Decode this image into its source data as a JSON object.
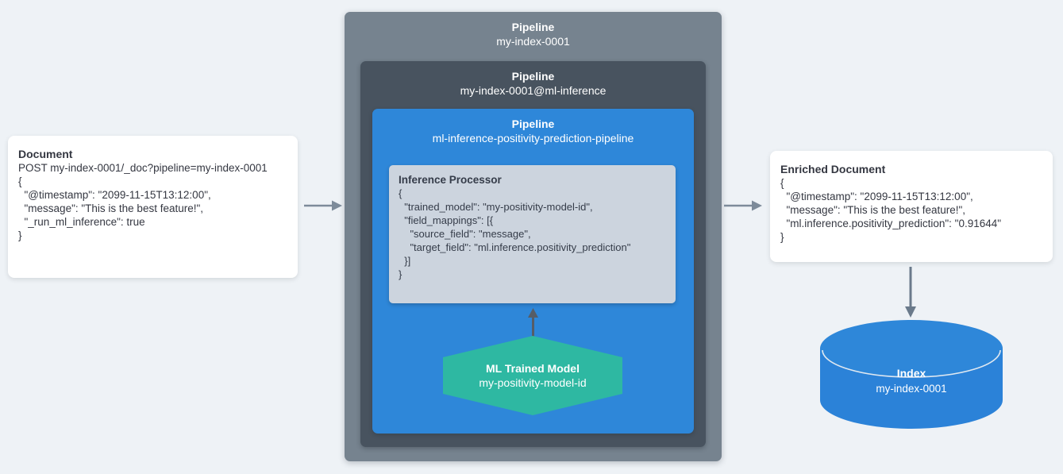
{
  "colors": {
    "background": "#eef2f6",
    "outer_pipeline_box": "#76838f",
    "middle_pipeline_box": "#48535f",
    "inner_pipeline_box": "#2e87d9",
    "processor_box": "#ccd4de",
    "hexagon": "#2eb8a2",
    "cylinder": "#2b82d8",
    "card_background": "#ffffff",
    "dark_text": "#343741",
    "light_text": "#ffffff",
    "side_arrow": "#7d8b9a",
    "up_arrow": "#565d66",
    "down_arrow": "#6a7a8b"
  },
  "document_card": {
    "title": "Document",
    "lines": [
      "POST my-index-0001/_doc?pipeline=my-index-0001",
      "{",
      "  \"@timestamp\": \"2099-11-15T13:12:00\",",
      "  \"message\": \"This is the best feature!\",",
      "  \"_run_ml_inference\": true",
      "}"
    ]
  },
  "pipeline_outer": {
    "label": "Pipeline",
    "name": "my-index-0001"
  },
  "pipeline_middle": {
    "label": "Pipeline",
    "name": "my-index-0001@ml-inference"
  },
  "pipeline_inner": {
    "label": "Pipeline",
    "name": "ml-inference-positivity-prediction-pipeline"
  },
  "inference_processor": {
    "title": "Inference Processor",
    "lines": [
      "{",
      "  \"trained_model\": \"my-positivity-model-id\",",
      "  \"field_mappings\": [{",
      "    \"source_field\": \"message\",",
      "    \"target_field\": \"ml.inference.positivity_prediction\"",
      "  }]",
      "}"
    ]
  },
  "ml_model": {
    "title": "ML Trained Model",
    "name": "my-positivity-model-id"
  },
  "enriched_card": {
    "title": "Enriched Document",
    "lines": [
      "{",
      "  \"@timestamp\": \"2099-11-15T13:12:00\",",
      "  \"message\": \"This is the best feature!\",",
      "  \"ml.inference.positivity_prediction\": \"0.91644\"",
      "}"
    ]
  },
  "index_cylinder": {
    "title": "Index",
    "name": "my-index-0001"
  }
}
